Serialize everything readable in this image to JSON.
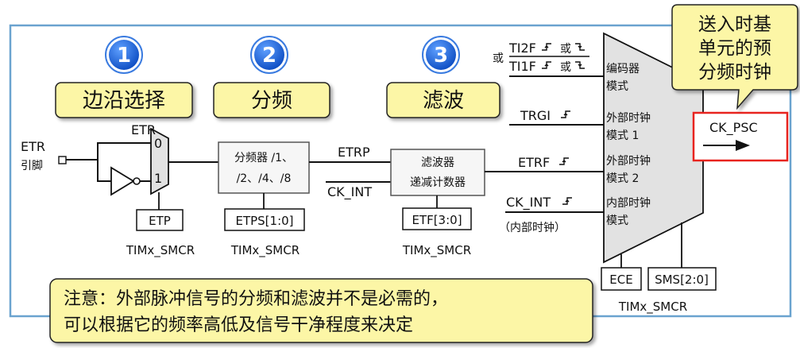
{
  "colors": {
    "frame": "#6aa3cf",
    "step_badge": "#1a64d8",
    "tab_fill": "#fcf6a6",
    "mux_fill": "#e2e2e2",
    "highlight": "#e8241f",
    "ink": "#111111"
  },
  "steps": [
    {
      "number": "1",
      "title": "边沿选择"
    },
    {
      "number": "2",
      "title": "分频"
    },
    {
      "number": "3",
      "title": "滤波"
    }
  ],
  "inputs": {
    "etr_pin": [
      "ETR",
      "引脚"
    ],
    "mux_label": "ETR",
    "mux_in0": "0",
    "mux_in1": "1"
  },
  "blocks": {
    "divider": [
      "分频器 /1、",
      "/2、/4、/8"
    ],
    "filter": [
      "滤波器",
      "递减计数器"
    ]
  },
  "signals": {
    "etrp": "ETRP",
    "ck_int_left": "CK_INT",
    "ti2f": "TI2F",
    "ti1f": "TI1F",
    "or_word": "或",
    "trgi": "TRGI",
    "etrf": "ETRF",
    "ck_int_right": "CK_INT",
    "internal_clock_note": "（内部时钟）",
    "ck_psc": "CK_PSC"
  },
  "modes": [
    [
      "编码器",
      "模式"
    ],
    [
      "外部时钟",
      "模式 1"
    ],
    [
      "外部时钟",
      "模式 2"
    ],
    [
      "内部时钟",
      "模式"
    ]
  ],
  "registers": {
    "etp": "ETP",
    "etps": "ETPS[1:0]",
    "etf": "ETF[3:0]",
    "ece": "ECE",
    "sms": "SMS[2:0]",
    "smcr_1": "TIMx_SMCR",
    "smcr_2": "TIMx_SMCR",
    "smcr_3": "TIMx_SMCR",
    "smcr_4": "TIMx_SMCR"
  },
  "callout": [
    "送入时基",
    "单元的预",
    "分频时钟"
  ],
  "note": [
    "注意：外部脉冲信号的分频和滤波并不是必需的，",
    "可以根据它的频率高低及信号干净程度来决定"
  ]
}
